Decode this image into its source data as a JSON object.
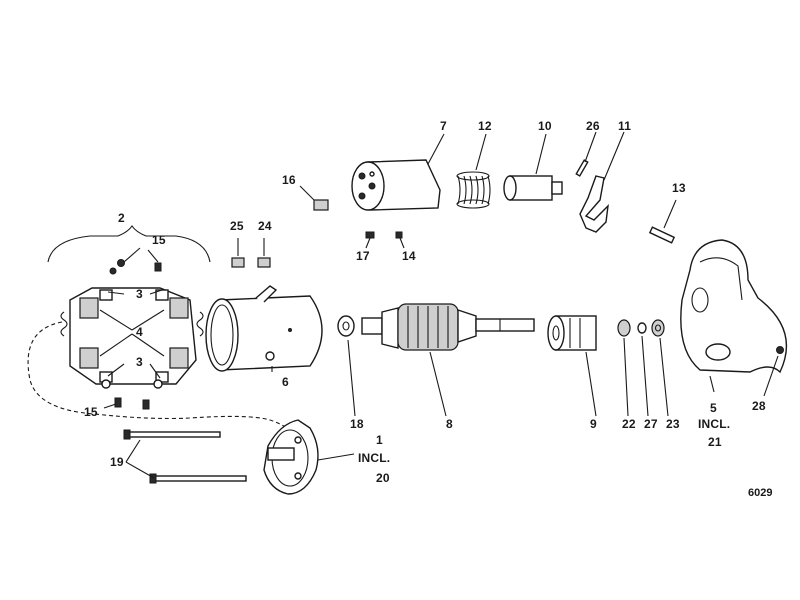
{
  "labels": {
    "c1": "1",
    "c1_incl": "INCL.",
    "c1_ref": "20",
    "c2": "2",
    "c3a": "3",
    "c3b": "3",
    "c4": "4",
    "c5": "5",
    "c5_incl": "INCL.",
    "c5_ref": "21",
    "c6": "6",
    "c7": "7",
    "c8": "8",
    "c9": "9",
    "c10": "10",
    "c11": "11",
    "c12": "12",
    "c13": "13",
    "c14": "14",
    "c15a": "15",
    "c15b": "15",
    "c16": "16",
    "c17": "17",
    "c18": "18",
    "c19": "19",
    "c22": "22",
    "c23": "23",
    "c24": "24",
    "c25": "25",
    "c26": "26",
    "c27": "27",
    "c28": "28"
  },
  "figure_number": "6029"
}
